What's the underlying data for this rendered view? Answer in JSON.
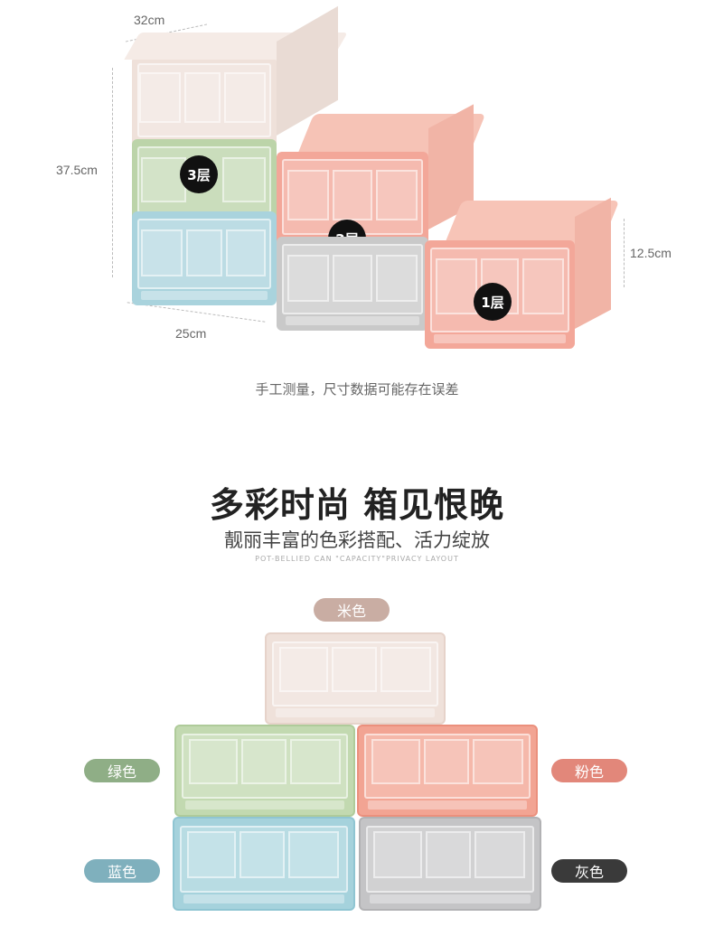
{
  "dimensions": {
    "width_top": "32cm",
    "height_total": "37.5cm",
    "height_layer": "12.5cm",
    "depth": "25cm"
  },
  "layers": {
    "layer3": "3层",
    "layer2": "2层",
    "layer1": "1层"
  },
  "note": "手工测量，尺寸数据可能存在误差",
  "headline": {
    "title": "多彩时尚 箱见恨晚",
    "subtitle": "靓丽丰富的色彩搭配、活力绽放",
    "english": "POT-BELLIED CAN \"CAPACITY\"PRIVACY LAYOUT"
  },
  "colors": {
    "beige": {
      "label": "米色",
      "hex": "#c9ada3"
    },
    "green": {
      "label": "绿色",
      "hex": "#8fae86"
    },
    "pink": {
      "label": "粉色",
      "hex": "#e2877a"
    },
    "blue": {
      "label": "蓝色",
      "hex": "#7fb0bd"
    },
    "gray": {
      "label": "灰色",
      "hex": "#3a3a3a"
    }
  }
}
